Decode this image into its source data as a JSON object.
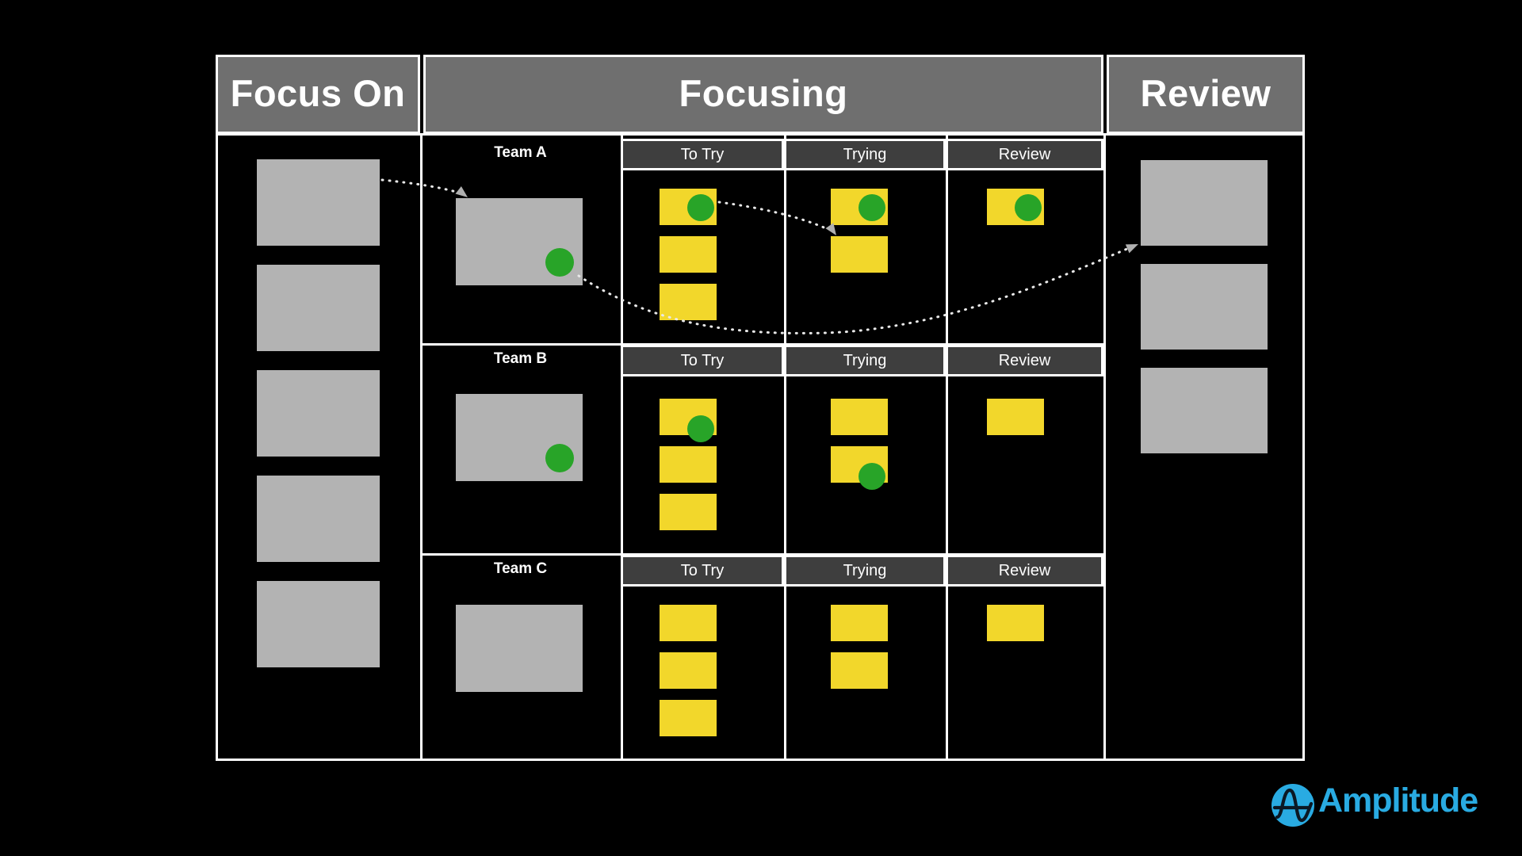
{
  "header": {
    "focus_on": "Focus On",
    "focusing": "Focusing",
    "review": "Review"
  },
  "sub_columns": {
    "to_try": "To Try",
    "trying": "Trying",
    "review": "Review"
  },
  "focus_on_column": {
    "cards": 5
  },
  "review_column": {
    "cards": 3
  },
  "teams": [
    {
      "name": "Team A",
      "card_dot": true,
      "to_try": [
        {
          "dot": "mid"
        },
        {},
        {}
      ],
      "trying": [
        {
          "dot": "mid"
        },
        {}
      ],
      "review": [
        {
          "dot": "mid"
        }
      ]
    },
    {
      "name": "Team B",
      "card_dot": true,
      "to_try": [
        {
          "dot": "low"
        },
        {},
        {}
      ],
      "trying": [
        {},
        {
          "dot": "low"
        }
      ],
      "review": [
        {}
      ]
    },
    {
      "name": "Team C",
      "card_dot": false,
      "to_try": [
        {},
        {},
        {}
      ],
      "trying": [
        {},
        {}
      ],
      "review": [
        {}
      ]
    }
  ],
  "arrows": [
    {
      "from": "focus-on-card-1",
      "to": "team-a-card"
    },
    {
      "from": "team-a-to-try-sticky-1",
      "to": "team-a-trying-sticky-2"
    },
    {
      "from": "team-a-card",
      "to": "review-card-1"
    }
  ],
  "logo": {
    "brand": "Amplitude"
  },
  "colors": {
    "gray-header": "#6f6f6f",
    "gray-subheader": "#3e3e3e",
    "gray-card": "#b3b3b3",
    "yellow": "#f2d72b",
    "green": "#28a428",
    "dash": "#e8e8e8",
    "arrowhead": "#b0b0b0",
    "brand-blue": "#29abe2",
    "glyph-dark": "#0b1824"
  }
}
